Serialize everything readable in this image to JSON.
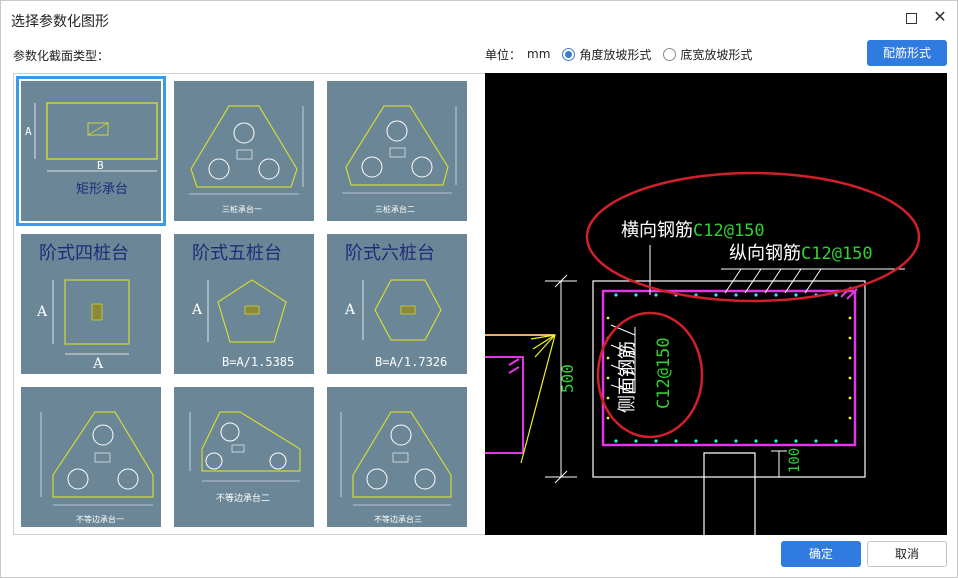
{
  "window": {
    "title": "选择参数化图形",
    "maximize_icon": "maximize-icon",
    "close_icon": "close-icon",
    "close_glyph": "✕"
  },
  "section_label": "参数化截面类型：",
  "unit": {
    "label": "单位：",
    "value": "mm",
    "options": [
      {
        "label": "角度放坡形式",
        "selected": true
      },
      {
        "label": "底宽放坡形式",
        "selected": false
      }
    ]
  },
  "buttons": {
    "rebar_form": "配筋形式",
    "ok": "确定",
    "cancel": "取消"
  },
  "shapes": [
    {
      "caption": "矩形承台",
      "dim_a": "A",
      "dim_b": "B",
      "selected": true
    },
    {
      "caption": "三桩承台一",
      "selected": false
    },
    {
      "caption": "三桩承台二",
      "selected": false
    },
    {
      "caption": "阶式四桩台",
      "dim_a": "A",
      "dim_b": "A",
      "selected": false
    },
    {
      "caption": "阶式五桩台",
      "dim_a": "A",
      "formula": "B=A/1.5385",
      "selected": false
    },
    {
      "caption": "阶式六桩台",
      "dim_a": "A",
      "formula": "B=A/1.7326",
      "selected": false
    },
    {
      "caption": "不等边承台一",
      "selected": false
    },
    {
      "caption": "不等边承台二",
      "selected": false
    },
    {
      "caption": "不等边承台三",
      "selected": false
    }
  ],
  "preview": {
    "transverse_label": "横向钢筋",
    "transverse_spec": "C12@150",
    "longitudinal_label": "纵向钢筋",
    "longitudinal_spec": "C12@150",
    "side_label": "侧面钢筋",
    "side_spec": "C12@150",
    "height_dim": "500",
    "cover_dim": "100",
    "colors": {
      "spec": "#32d132",
      "highlight_ellipse": "#d0202a",
      "stirrup": "#e236e6",
      "dots": "#2ee6ee",
      "bars": "#f2f21e"
    }
  }
}
